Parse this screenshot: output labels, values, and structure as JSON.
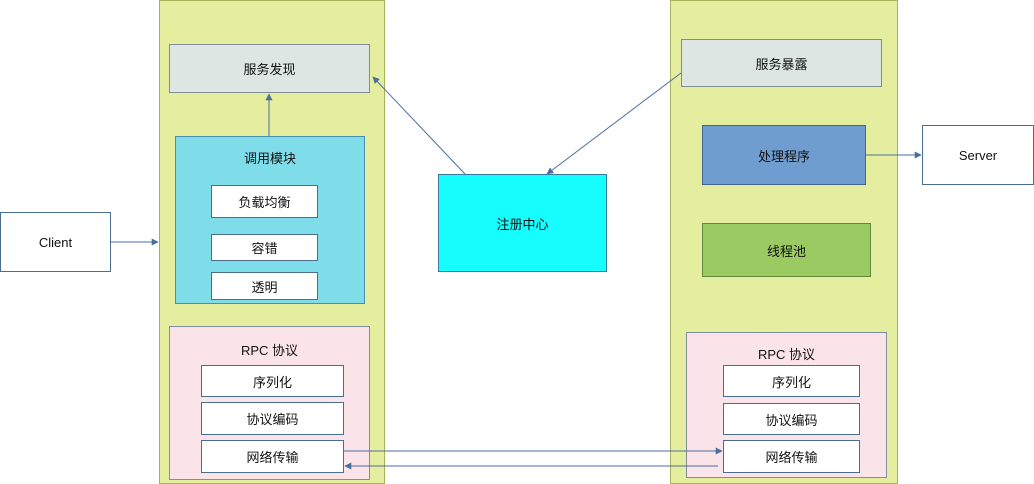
{
  "client": {
    "label": "Client"
  },
  "server": {
    "label": "Server"
  },
  "client_side": {
    "discovery": "服务发现",
    "call_module": {
      "title": "调用模块",
      "items": [
        "负载均衡",
        "容错",
        "透明"
      ]
    },
    "rpc": {
      "title": "RPC 协议",
      "items": [
        "序列化",
        "协议编码",
        "网络传输"
      ]
    }
  },
  "registry": {
    "label": "注册中心"
  },
  "server_side": {
    "exposure": "服务暴露",
    "handler": "处理程序",
    "thread_pool": "线程池",
    "rpc": {
      "title": "RPC 协议",
      "items": [
        "序列化",
        "协议编码",
        "网络传输"
      ]
    }
  },
  "colors": {
    "column": "#e5ed9e",
    "call_module": "#7fdde9",
    "registry": "#15fdfd",
    "handler": "#6f9dd0",
    "thread_pool": "#9cca62",
    "rpc": "#fbe3ea",
    "connector": "#4a6f9e"
  }
}
